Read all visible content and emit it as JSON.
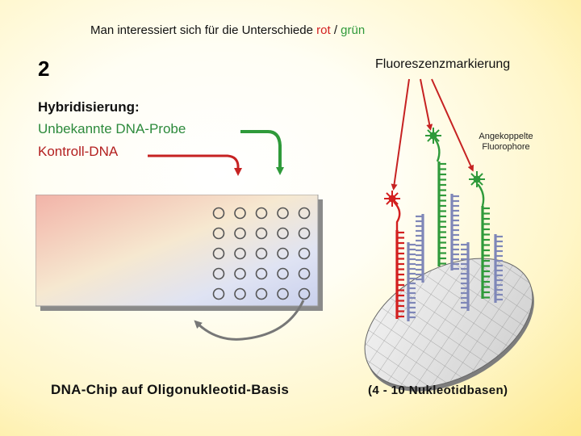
{
  "header": {
    "prefix": "Man interessiert sich für die Unterschiede",
    "red_word": "rot",
    "separator": "/",
    "green_word": "grün"
  },
  "slide_number": "2",
  "fluorescence_label": "Fluoreszenzmarkierung",
  "hybridization": {
    "title": "Hybridisierung:",
    "probe_label": "Unbekannte DNA-Probe",
    "control_label": "Kontroll-DNA"
  },
  "fluorophore_label": "Angekoppelte Fluorophore",
  "chip_caption": "DNA-Chip auf Oligonukleotid-Basis",
  "bases_caption": "(4 - 10 Nukleotidbasen)",
  "chip_grid": {
    "rows": 5,
    "cols": 5
  },
  "colors": {
    "red": "#d31f1f",
    "green": "#2f9a3a",
    "blue_probe": "#7f87b8",
    "control_dna": "#b31f1f",
    "probe_dna": "#2d8a3c"
  }
}
